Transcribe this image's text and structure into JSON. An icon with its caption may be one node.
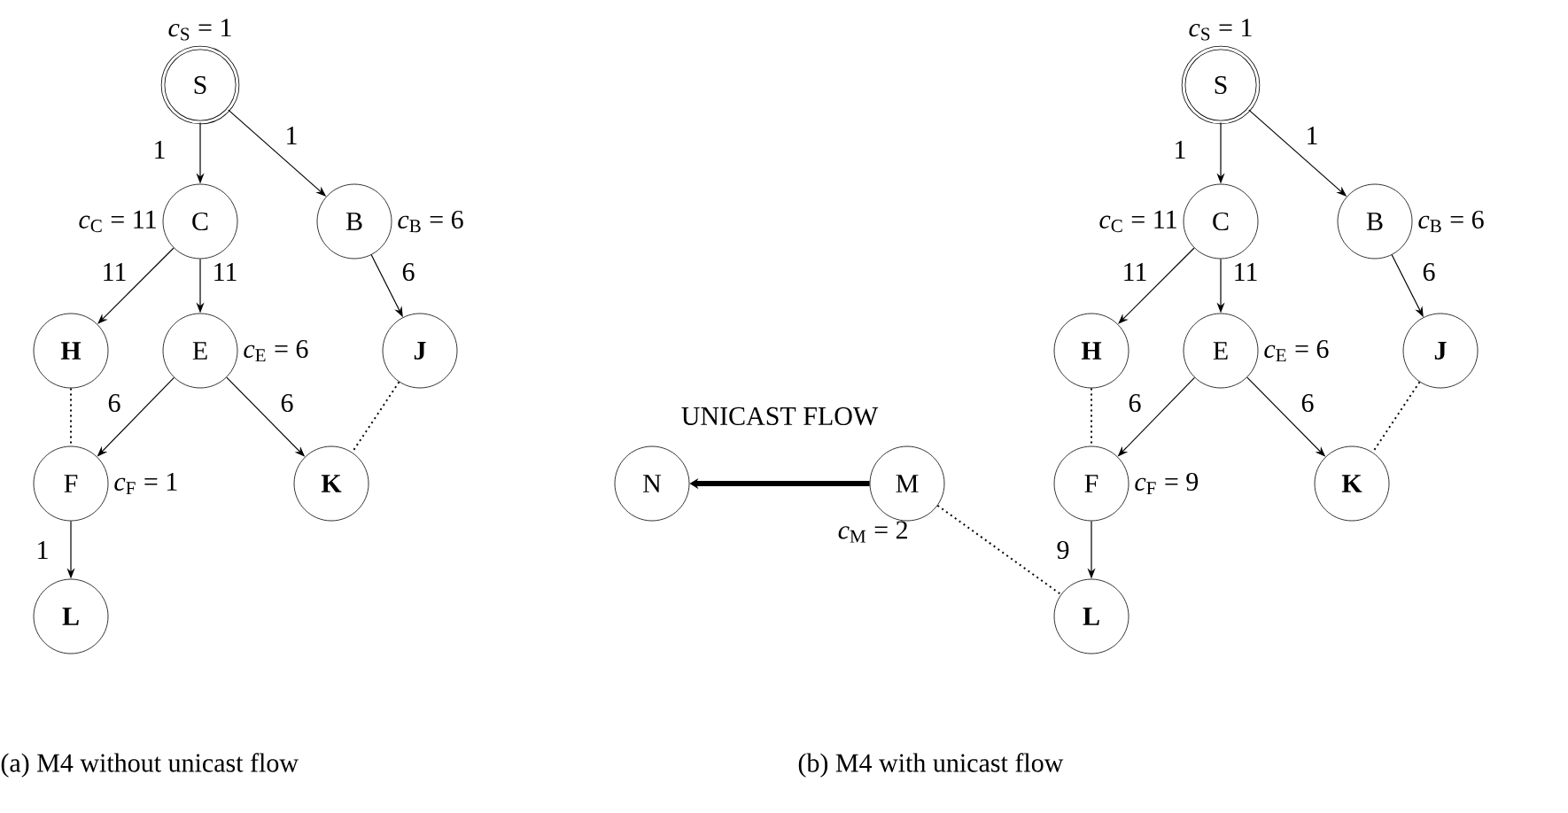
{
  "diagram": {
    "nodes": [
      {
        "text": [
          "S"
        ],
        "beside": [
          "*c*$_{S}$ = 1"
        ]
      },
      {
        "text": [
          "C"
        ],
        "beside": [
          "*c*$_{C}$ = 11"
        ]
      },
      {
        "text": [
          "B"
        ],
        "beside": [
          "*c*$_{B}$ = 6"
        ]
      },
      {
        "text": [
          "**H**"
        ]
      },
      {
        "text": [
          "E"
        ],
        "beside": [
          "*c*$_{E}$ = 6"
        ]
      },
      {
        "text": [
          "**J**"
        ]
      },
      {
        "text": [
          "F"
        ],
        "beside": [
          "*c*$_{F}$ = 1"
        ]
      },
      {
        "text": [
          "**K**"
        ]
      },
      {
        "text": [
          "**L**"
        ]
      },
      {
        "text": [
          "N"
        ]
      },
      {
        "text": [
          "M"
        ],
        "beside": [
          "*c*$_{M}$ = 2"
        ]
      },
      {
        "text": [
          "S"
        ],
        "beside": [
          "*c*$_{S}$ = 1"
        ]
      },
      {
        "text": [
          "C"
        ],
        "beside": [
          "*c*$_{C}$ = 11"
        ]
      },
      {
        "text": [
          "B"
        ],
        "beside": [
          "*c*$_{B}$ = 6"
        ]
      },
      {
        "text": [
          "**H**"
        ]
      },
      {
        "text": [
          "E"
        ],
        "beside": [
          "*c*$_{E}$ = 6"
        ]
      },
      {
        "text": [
          "**J**"
        ]
      },
      {
        "text": [
          "F"
        ],
        "beside": [
          "*c*$_{F}$ = 9"
        ]
      },
      {
        "text": [
          "**K**"
        ]
      },
      {
        "text": [
          "**L**"
        ]
      }
    ],
    "edges": [
      {
        "from": 0,
        "to": 1,
        "arrow": "to",
        "label": "1"
      },
      {
        "from": 0,
        "to": 2,
        "arrow": "to",
        "label": "1"
      },
      {
        "from": 1,
        "to": 3,
        "arrow": "to",
        "label": "11"
      },
      {
        "from": 1,
        "to": 4,
        "arrow": "to",
        "label": "11"
      },
      {
        "from": 2,
        "to": 5,
        "arrow": "to",
        "label": "6"
      },
      {
        "from": 4,
        "to": 6,
        "arrow": "to",
        "label": "6"
      },
      {
        "from": 4,
        "to": 7,
        "arrow": "to",
        "label": "6"
      },
      {
        "from": 6,
        "to": 8,
        "arrow": "to",
        "label": "1"
      },
      {
        "from": 3,
        "to": 6,
        "arrow": "none",
        "style": "dashed"
      },
      {
        "from": 5,
        "to": 7,
        "arrow": "none",
        "style": "dashed"
      },
      {
        "from": 10,
        "to": 9,
        "arrow": "to",
        "style": "thick"
      },
      {
        "from": 10,
        "to": 19,
        "arrow": "none",
        "style": "dashed"
      },
      {
        "from": 11,
        "to": 12,
        "arrow": "to",
        "label": "1"
      },
      {
        "from": 11,
        "to": 13,
        "arrow": "to",
        "label": "1"
      },
      {
        "from": 12,
        "to": 14,
        "arrow": "to",
        "label": "11"
      },
      {
        "from": 12,
        "to": 15,
        "arrow": "to",
        "label": "11"
      },
      {
        "from": 13,
        "to": 16,
        "arrow": "to",
        "label": "6"
      },
      {
        "from": 15,
        "to": 17,
        "arrow": "to",
        "label": "6"
      },
      {
        "from": 15,
        "to": 18,
        "arrow": "to",
        "label": "6"
      },
      {
        "from": 17,
        "to": 19,
        "arrow": "to",
        "label": "9"
      },
      {
        "from": 14,
        "to": 17,
        "arrow": "none",
        "style": "dashed"
      },
      {
        "from": 16,
        "to": 18,
        "arrow": "none",
        "style": "dashed"
      }
    ],
    "labels": [
      "UNICAST FLOW",
      "(a) M4 without unicast flow",
      "(b) M4 with unicast flow"
    ]
  }
}
